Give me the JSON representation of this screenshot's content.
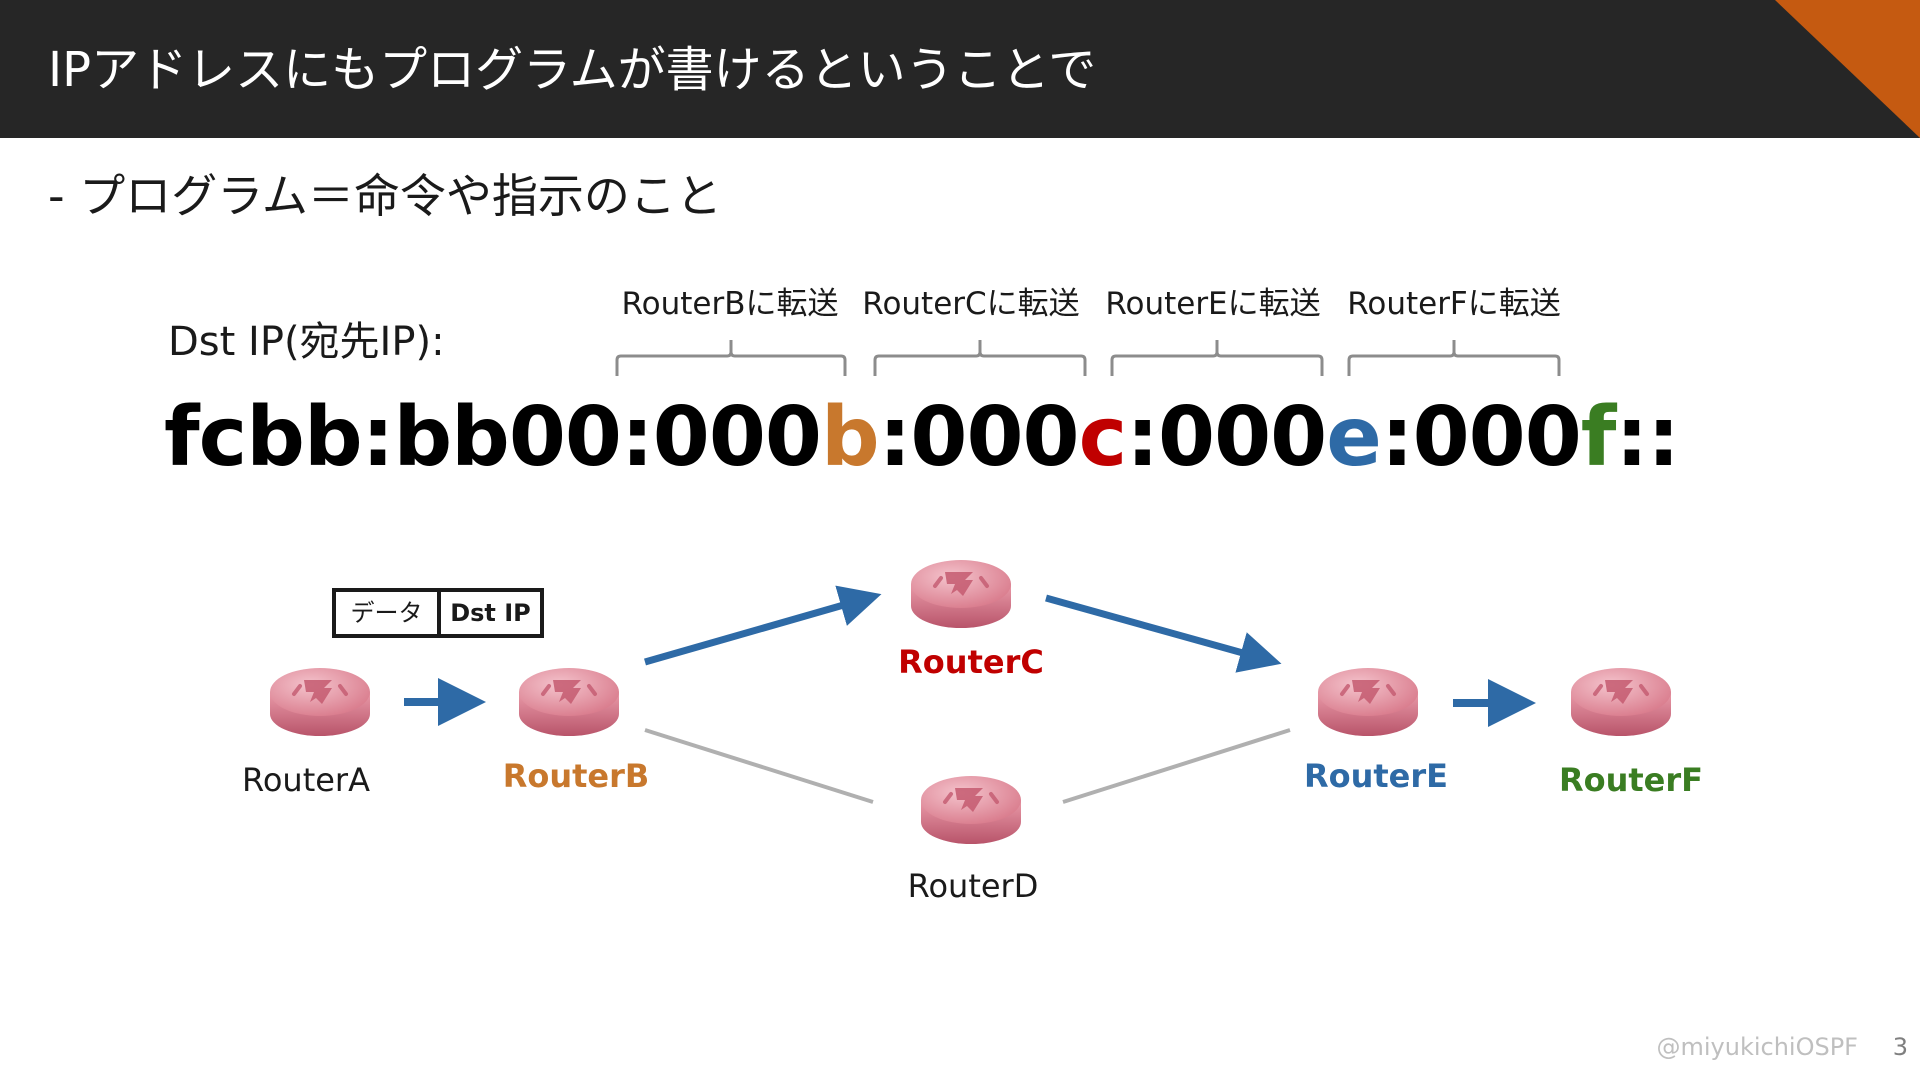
{
  "slide": {
    "title": "IPアドレスにもプログラムが書けるということで",
    "bullet": "- プログラム＝命令や指示のこと"
  },
  "address": {
    "label": "Dst IP(宛先IP):",
    "parts": [
      {
        "text": "fcbb:bb00:000",
        "color": "#000000"
      },
      {
        "text": "b",
        "color": "#c8782d"
      },
      {
        "text": ":000",
        "color": "#000000"
      },
      {
        "text": "c",
        "color": "#c00000"
      },
      {
        "text": ":000",
        "color": "#000000"
      },
      {
        "text": "e",
        "color": "#2e6aa6"
      },
      {
        "text": ":000",
        "color": "#000000"
      },
      {
        "text": "f",
        "color": "#3a7d22"
      },
      {
        "text": "::",
        "color": "#000000"
      }
    ],
    "segments": [
      "RouterBに転送",
      "RouterCに転送",
      "RouterEに転送",
      "RouterFに転送"
    ]
  },
  "packet": {
    "data_label": "データ",
    "dst_label": "Dst IP"
  },
  "routers": [
    {
      "id": "a",
      "label": "RouterA",
      "color": "#1a1a1a",
      "bold": false
    },
    {
      "id": "b",
      "label": "RouterB",
      "color": "#c8782d",
      "bold": true
    },
    {
      "id": "c",
      "label": "RouterC",
      "color": "#c00000",
      "bold": true
    },
    {
      "id": "d",
      "label": "RouterD",
      "color": "#1a1a1a",
      "bold": false
    },
    {
      "id": "e",
      "label": "RouterE",
      "color": "#2e6aa6",
      "bold": true
    },
    {
      "id": "f",
      "label": "RouterF",
      "color": "#3a7d22",
      "bold": true
    }
  ],
  "colors": {
    "path_arrow": "#2e6aa6",
    "unused_link": "#b0b0b0",
    "brace": "#8c8c8c",
    "router_body": "#d97b8c"
  },
  "footer": {
    "handle": "@miyukichiOSPF",
    "page": "3"
  }
}
